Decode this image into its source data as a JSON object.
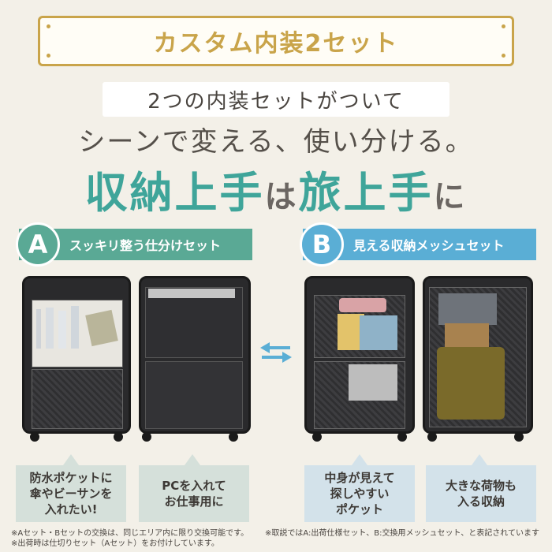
{
  "title": "カスタム内装2セット",
  "lead_line1": "2つの内装セットがついて",
  "lead_line2": "シーンで変える、使い分ける。",
  "hero": {
    "part1": "収納上手",
    "part2": "は",
    "part3": "旅上手",
    "part4": "に"
  },
  "set_a": {
    "letter": "A",
    "label": "スッキリ整う仕分けセット"
  },
  "set_b": {
    "letter": "B",
    "label": "見える収納メッシュセット"
  },
  "callouts": [
    {
      "line1": "防水ポケットに",
      "line2": "傘やビーサンを",
      "line3": "入れたい!"
    },
    {
      "line1": "PCを入れて",
      "line2": "お仕事用に"
    },
    {
      "line1": "中身が見えて",
      "line2": "探しやすい",
      "line3": "ポケット"
    },
    {
      "line1": "大きな荷物も",
      "line2": "入る収納"
    }
  ],
  "notes": {
    "left_line1": "※Aセット・Bセットの交換は、同じエリア内に限り交換可能です。",
    "left_line2": "※出荷時は仕切りセット（Aセット）をお付けしています。",
    "right_line1": "※取説ではA:出荷仕様セット、B:交換用メッシュセット、と表記されています"
  },
  "colors": {
    "gold": "#c9a44a",
    "teal": "#3fa59a",
    "green": "#5aa995",
    "blue": "#5aaed5"
  }
}
